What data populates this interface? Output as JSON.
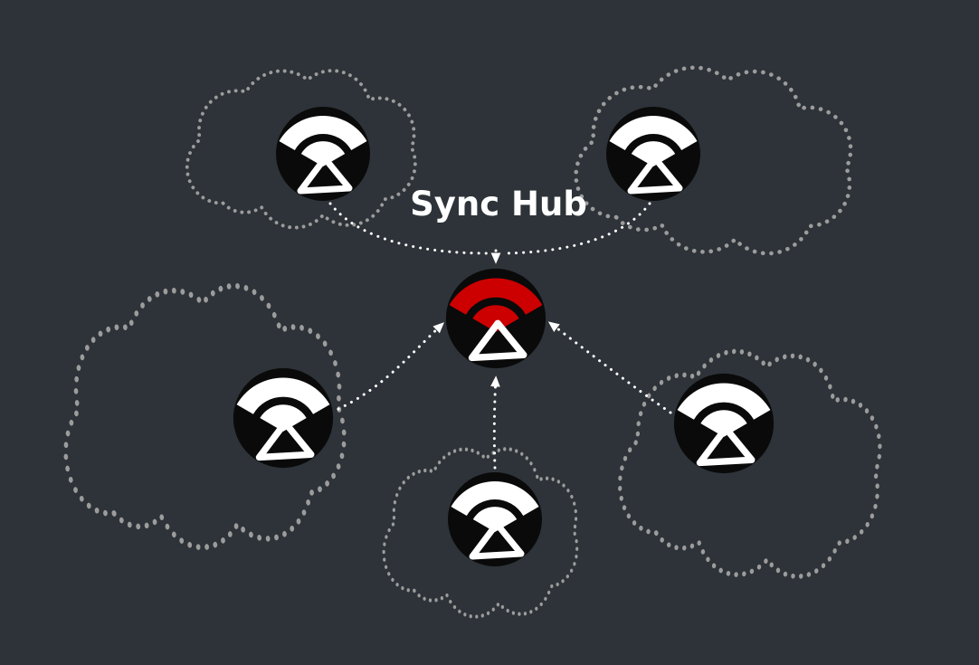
{
  "title": {
    "text": "Sync Hub"
  },
  "colors": {
    "background": "#2d3338",
    "cloud_dots": "#9c9c9c",
    "arrow": "#ffffff",
    "node_fill": "#0a0a0a",
    "device_signal": "#ffffff",
    "hub_signal": "#cc0000",
    "triangle_stroke": "#ffffff",
    "title_color": "#ffffff"
  },
  "diagram": {
    "hub": {
      "id": "sync-hub",
      "label": "Sync Hub",
      "icon": "sync-signal-icon",
      "signal_color": "hub_signal"
    },
    "devices": [
      {
        "id": "device-top-left",
        "cloud": "top-left",
        "icon": "sync-signal-icon"
      },
      {
        "id": "device-top-right",
        "cloud": "top-right",
        "icon": "sync-signal-icon"
      },
      {
        "id": "device-mid-left",
        "cloud": "mid-left",
        "icon": "sync-signal-icon"
      },
      {
        "id": "device-bottom-center",
        "cloud": "bottom-center",
        "icon": "sync-signal-icon"
      },
      {
        "id": "device-mid-right",
        "cloud": "mid-right",
        "icon": "sync-signal-icon"
      }
    ],
    "edges": [
      {
        "from": "device-top-left",
        "to": "sync-hub",
        "style": "dotted-arrow"
      },
      {
        "from": "device-top-right",
        "to": "sync-hub",
        "style": "dotted-arrow"
      },
      {
        "from": "device-mid-left",
        "to": "sync-hub",
        "style": "dotted-arrow"
      },
      {
        "from": "device-bottom-center",
        "to": "sync-hub",
        "style": "dotted-arrow"
      },
      {
        "from": "device-mid-right",
        "to": "sync-hub",
        "style": "dotted-arrow"
      }
    ]
  }
}
